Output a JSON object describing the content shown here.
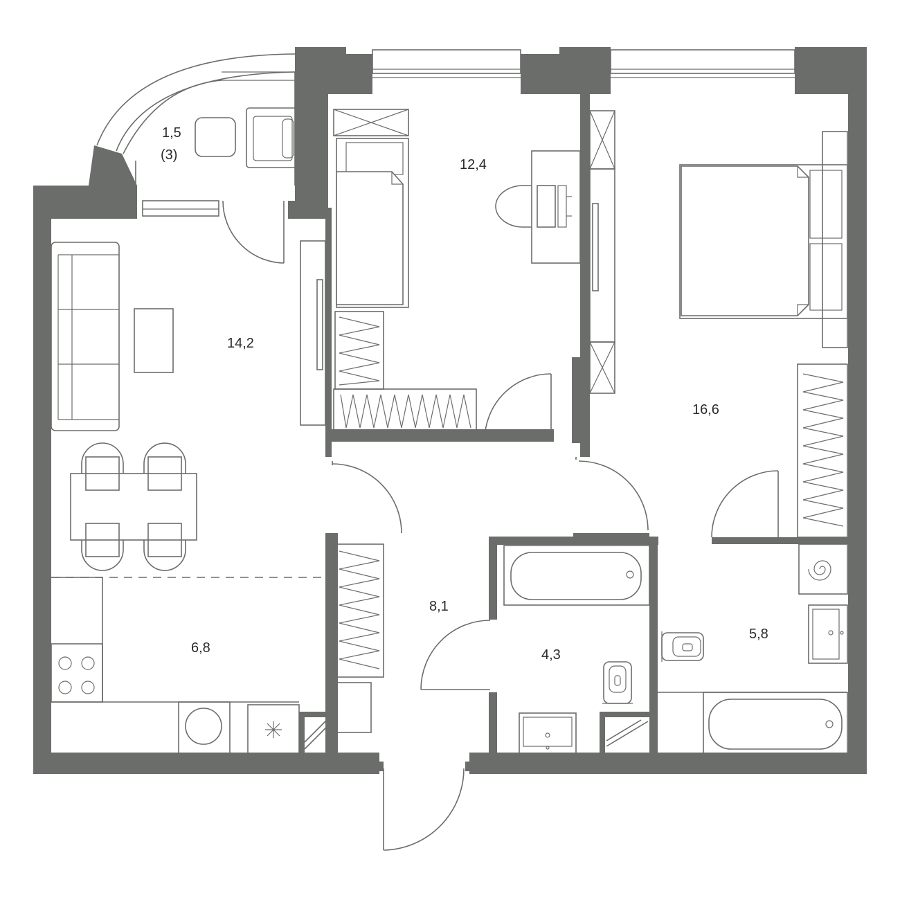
{
  "rooms": {
    "balcony": {
      "area": "1,5",
      "note": "(3)"
    },
    "living": {
      "area": "14,2"
    },
    "bedroom_small": {
      "area": "12,4"
    },
    "bedroom_master": {
      "area": "16,6"
    },
    "kitchen": {
      "area": "6,8"
    },
    "hall": {
      "area": "8,1"
    },
    "bathroom_1": {
      "area": "4,3"
    },
    "bathroom_2": {
      "area": "5,8"
    }
  },
  "colors": {
    "wall": "#6b6d6a",
    "background": "#ffffff"
  }
}
